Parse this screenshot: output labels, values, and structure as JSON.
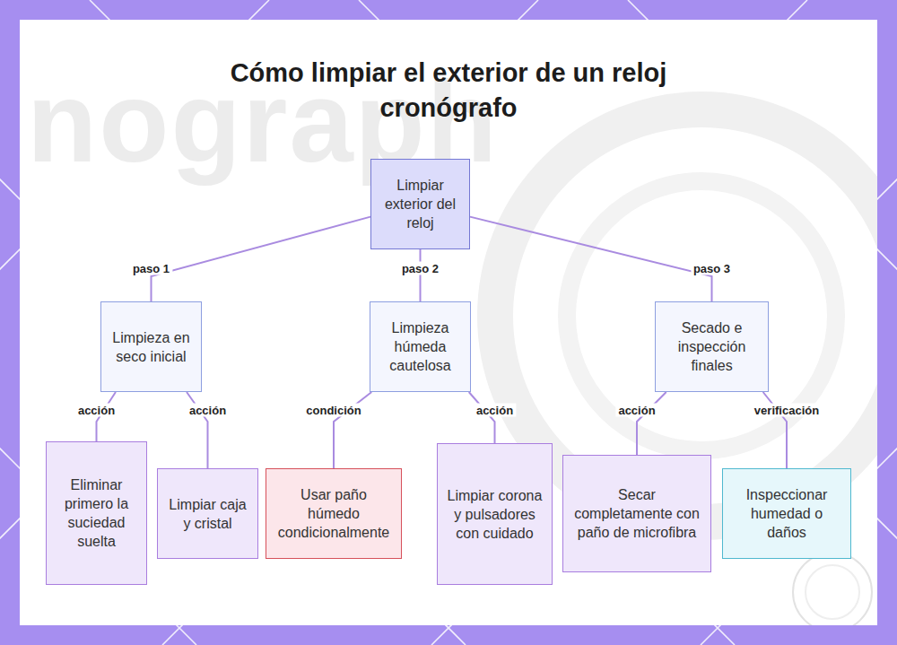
{
  "diagram": {
    "title": "Cómo limpiar el exterior de un reloj cronógrafo",
    "nodes": [
      {
        "text": [
          "Limpiar exterior del reloj"
        ]
      },
      {
        "text": [
          "Limpieza en seco inicial"
        ]
      },
      {
        "text": [
          "Limpieza húmeda cautelosa"
        ]
      },
      {
        "text": [
          "Secado e inspección finales"
        ]
      },
      {
        "text": [
          "Eliminar primero la suciedad suelta"
        ]
      },
      {
        "text": [
          "Limpiar caja y cristal"
        ]
      },
      {
        "text": [
          "Usar paño húmedo condicionalmente"
        ]
      },
      {
        "text": [
          "Limpiar corona y pulsadores con cuidado"
        ]
      },
      {
        "text": [
          "Secar completamente con paño de microfibra"
        ]
      },
      {
        "text": [
          "Inspeccionar humedad o daños"
        ]
      }
    ],
    "edges": [
      {
        "from": 0,
        "to": 1,
        "label": "paso 1",
        "arrow": "none"
      },
      {
        "from": 0,
        "to": 2,
        "label": "paso 2",
        "arrow": "none"
      },
      {
        "from": 0,
        "to": 3,
        "label": "paso 3",
        "arrow": "none"
      },
      {
        "from": 1,
        "to": 4,
        "label": "acción",
        "arrow": "none"
      },
      {
        "from": 1,
        "to": 5,
        "label": "acción",
        "arrow": "none"
      },
      {
        "from": 2,
        "to": 6,
        "label": "condición",
        "arrow": "none"
      },
      {
        "from": 2,
        "to": 7,
        "label": "acción",
        "arrow": "none"
      },
      {
        "from": 3,
        "to": 8,
        "label": "acción",
        "arrow": "none"
      },
      {
        "from": 3,
        "to": 9,
        "label": "verificación",
        "arrow": "none"
      }
    ],
    "labels": [
      "nograph"
    ]
  }
}
